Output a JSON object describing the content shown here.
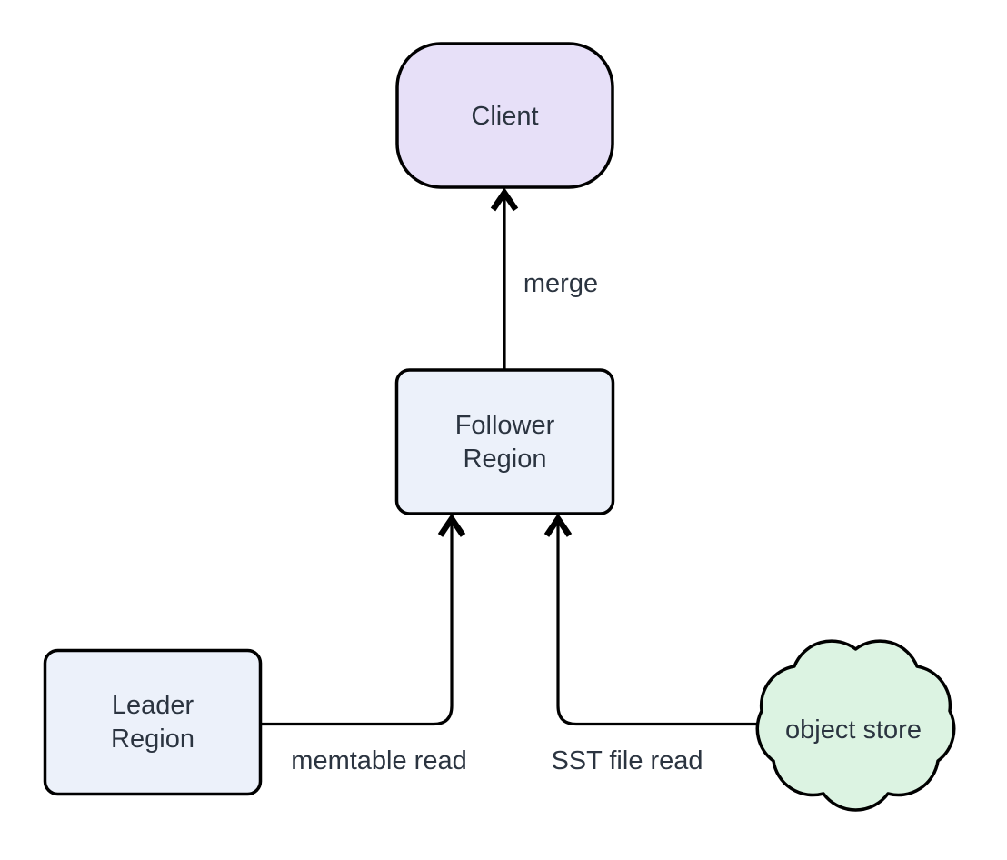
{
  "diagram": {
    "type": "flowchart",
    "direction": "bottom-to-top",
    "background_color": "#ffffff",
    "line_color": "#000000",
    "text_color": "#2b3440",
    "nodes": {
      "client": {
        "label": "Client",
        "shape": "stadium",
        "fill": "#e7e0f8"
      },
      "follower": {
        "label": "Follower Region",
        "lines": [
          "Follower",
          "Region"
        ],
        "shape": "rounded-rect",
        "fill": "#ecf1fa"
      },
      "leader": {
        "label": "Leader Region",
        "lines": [
          "Leader",
          "Region"
        ],
        "shape": "rounded-rect",
        "fill": "#ecf1fa"
      },
      "object_store": {
        "label": "object store",
        "shape": "cloud",
        "fill": "#dcf3e2"
      }
    },
    "edges": {
      "merge": {
        "from": "follower",
        "to": "client",
        "label": "merge"
      },
      "memtable": {
        "from": "leader",
        "to": "follower",
        "label": "memtable read"
      },
      "sst": {
        "from": "object_store",
        "to": "follower",
        "label": "SST file read"
      }
    }
  }
}
